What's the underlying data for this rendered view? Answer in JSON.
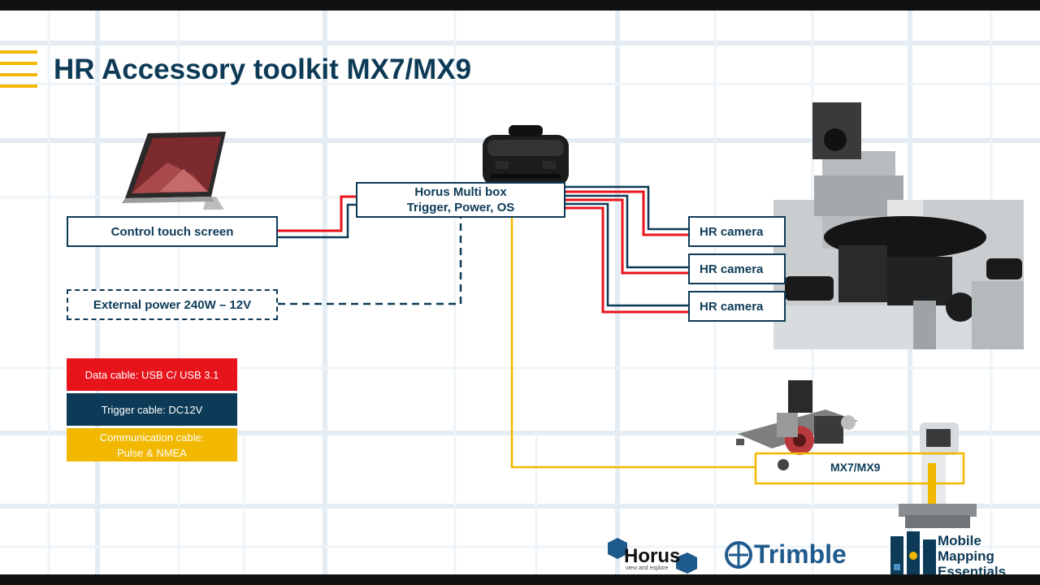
{
  "slide": {
    "title": "HR Accessory toolkit MX7/MX9"
  },
  "diagram": {
    "control_box": "Control touch screen",
    "power_box": "External power 240W – 12V",
    "multibox_line1": "Horus Multi box",
    "multibox_line2": "Trigger, Power, OS",
    "cameras": [
      "HR camera",
      "HR camera",
      "HR camera"
    ],
    "mx_box": "MX7/MX9"
  },
  "legend": {
    "data_cable": "Data cable: USB C/ USB 3.1",
    "trigger_cable": "Trigger cable: DC12V",
    "comm_line1": "Communication cable:",
    "comm_line2": "Pulse & NMEA"
  },
  "colors": {
    "data_cable": "#e8141c",
    "trigger_cable": "#0d3b57",
    "communication_cable": "#f2b800",
    "title": "#0d3b57"
  },
  "logos": {
    "horus_name": "Horus",
    "horus_tagline": "view and explore",
    "trimble_name": "Trimble",
    "mme_line1": "Mobile",
    "mme_line2": "Mapping",
    "mme_line3": "Essentials"
  },
  "images": {
    "tablet": "surface-tablet-photo",
    "multibox": "rugged-case-photo",
    "rig": "camera-rig-photo",
    "mx_system": "mx7-mx9-mobile-mapping-photo"
  }
}
